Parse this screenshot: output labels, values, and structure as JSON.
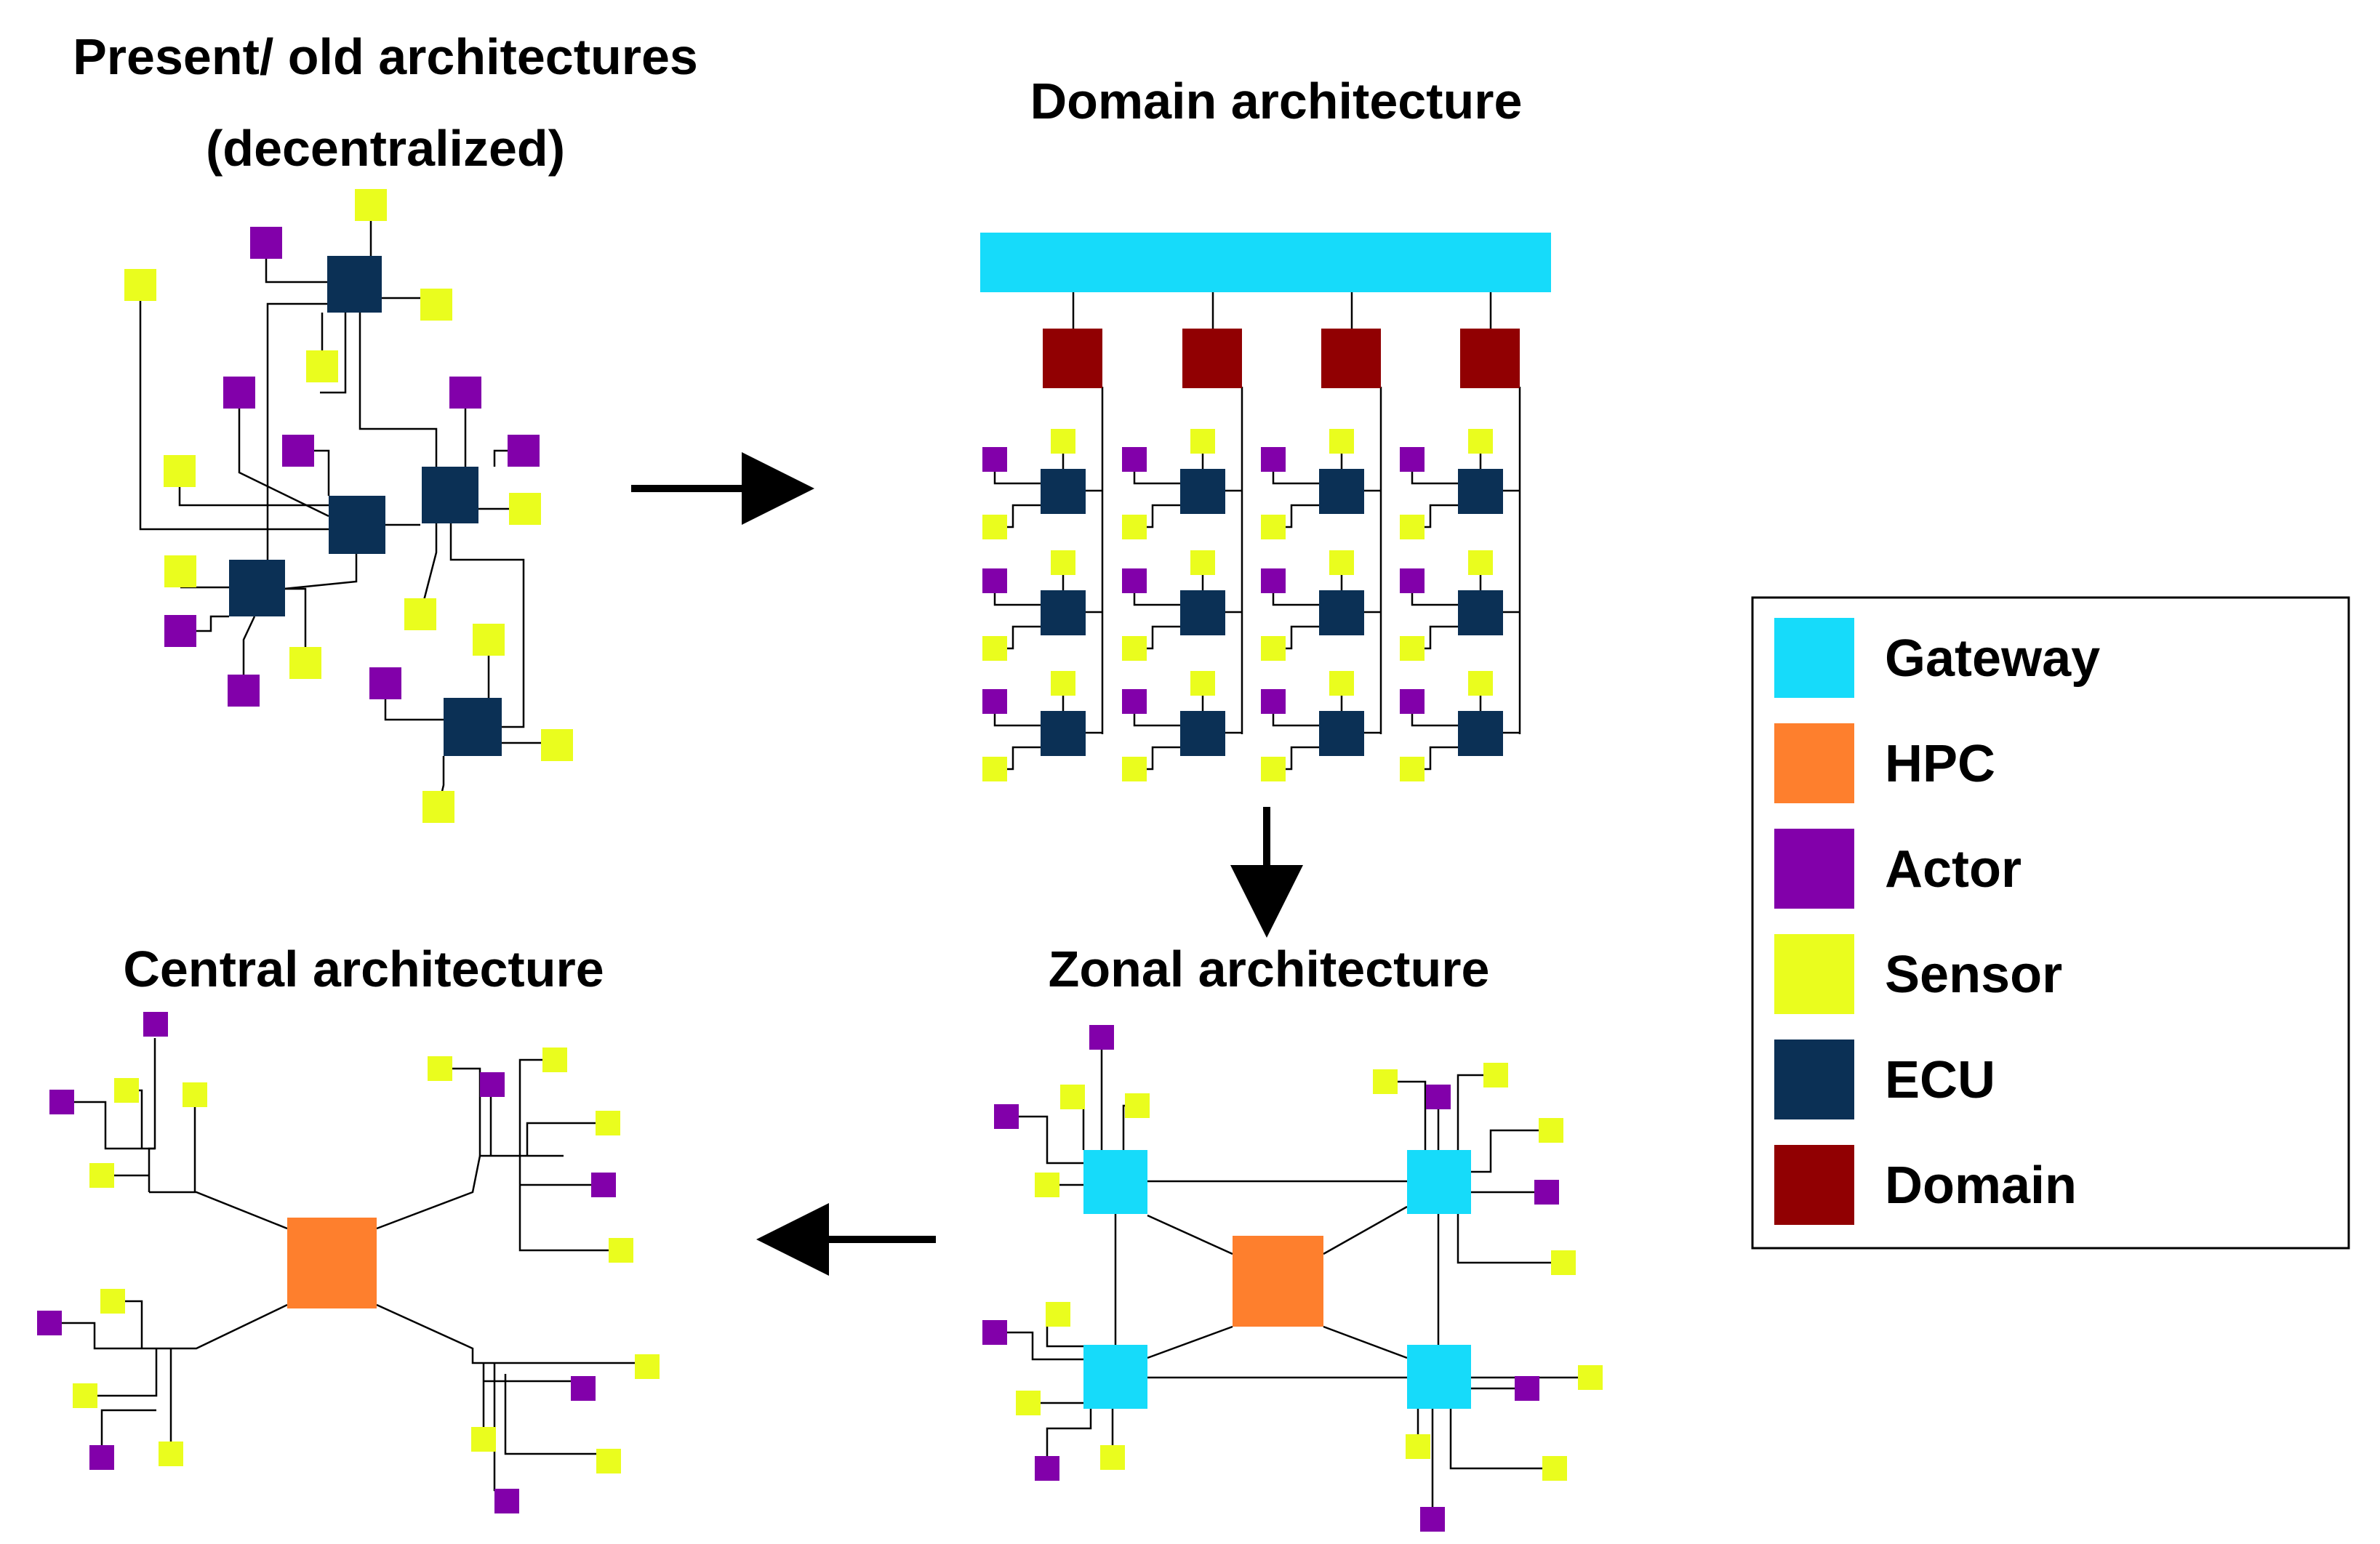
{
  "titles": {
    "present_line1": "Present/ old architectures",
    "present_line2": "(decentralized)",
    "domain": "Domain architecture",
    "central": "Central architecture",
    "zonal": "Zonal architecture"
  },
  "legend": {
    "items": [
      {
        "key": "gateway",
        "label": "Gateway",
        "color": "#16DBFA"
      },
      {
        "key": "hpc",
        "label": "HPC",
        "color": "#FE7F2D"
      },
      {
        "key": "actor",
        "label": "Actor",
        "color": "#8200AA"
      },
      {
        "key": "sensor",
        "label": "Sensor",
        "color": "#EAFD1E"
      },
      {
        "key": "ecu",
        "label": "ECU",
        "color": "#0B3055"
      },
      {
        "key": "domain",
        "label": "Domain",
        "color": "#910002"
      }
    ]
  },
  "colors": {
    "gateway": "#16DBFA",
    "hpc": "#FE7F2D",
    "actor": "#8200AA",
    "sensor": "#EAFD1E",
    "ecu": "#0B3055",
    "domain": "#910002",
    "line": "#000000"
  },
  "flow_arrows": [
    {
      "from": "present",
      "to": "domain",
      "direction": "right"
    },
    {
      "from": "domain",
      "to": "zonal",
      "direction": "down"
    },
    {
      "from": "zonal",
      "to": "central",
      "direction": "left"
    }
  ]
}
